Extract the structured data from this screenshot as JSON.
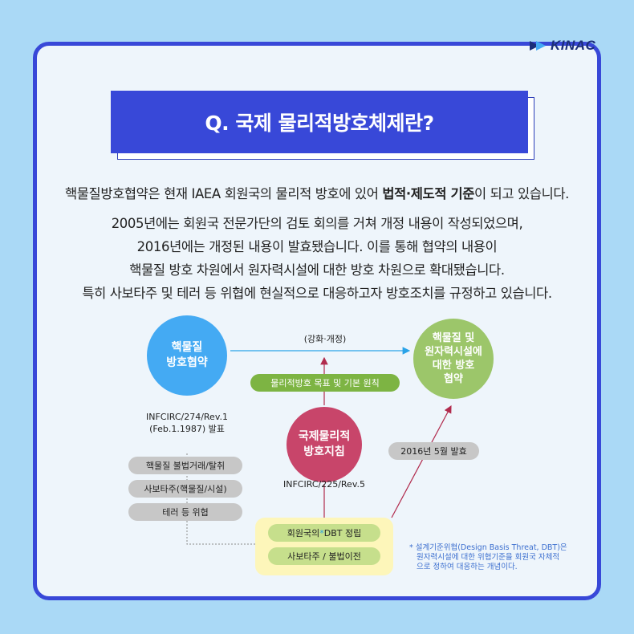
{
  "logo": {
    "text": "KINAC"
  },
  "title": "Q. 국제 물리적방호체제란?",
  "intro": {
    "before": "핵물질방호협약은 현재 IAEA 회원국의 물리적 방호에 있어 ",
    "bold": "법적·제도적 기준",
    "after": "이 되고 있습니다."
  },
  "body_lines": [
    "2005년에는 회원국 전문가단의 검토 회의를 거쳐 개정 내용이 작성되었으며,",
    "2016년에는 개정된 내용이 발효됐습니다. 이를 통해 협약의 내용이",
    "핵물질 방호 차원에서 원자력시설에 대한 방호 차원으로 확대됐습니다.",
    "특히 사보타주 및 테러 등 위협에 현실적으로 대응하고자 방호조치를 규정하고 있습니다."
  ],
  "diagram": {
    "convention_circle": {
      "line1": "핵물질",
      "line2": "방호협약"
    },
    "convention_ref": {
      "line1": "INFCIRC/274/Rev.1",
      "line2": "(Feb.1.1987) 발표"
    },
    "target_circle": {
      "line1": "핵물질 및",
      "line2": "원자력시설에",
      "line3": "대한 방호",
      "line4": "협약"
    },
    "guideline_circle": {
      "line1": "국제물리적",
      "line2": "방호지침"
    },
    "guideline_ref": "INFCIRC/225/Rev.5",
    "arrow_label": "(강화·개정)",
    "objectives_pill": "물리적방호 목표 및 기본 원칙",
    "effective_pill": "2016년 5월 발효",
    "threat_pills": [
      "핵물질 불법거래/탈취",
      "사보타주(핵물질/시설)",
      "테러 등 위협"
    ],
    "member_pills": {
      "dbt_before": "회원국의 ",
      "dbt_mark": "*",
      "dbt_after": "DBT 정립",
      "sabotage": "사보타주 / 불법이전"
    },
    "footnote": {
      "line1": "* 설계기준위협(Design Basis Threat, DBT)은",
      "line2": "원자력시설에 대한 위협기준을 회원국 자체적",
      "line3": "으로 정하여 대응하는 개념이다."
    }
  },
  "colors": {
    "background": "#aad9f6",
    "card": "#eef5fb",
    "accent_blue": "#3848d8",
    "circle_blue": "#44aaf3",
    "circle_green": "#9cc66a",
    "circle_red": "#c8456a",
    "pill_green": "#7db443",
    "pill_gray": "#c7c7c7",
    "yellow_box": "#fdf6ba"
  }
}
